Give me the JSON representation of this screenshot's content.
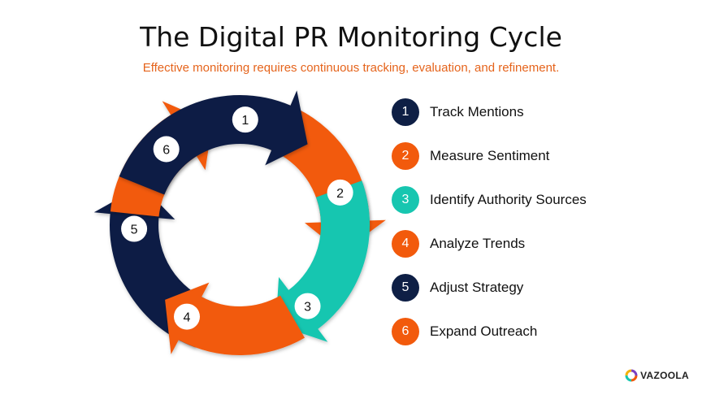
{
  "title": "The Digital PR Monitoring Cycle",
  "subtitle": "Effective monitoring requires continuous tracking, evaluation, and refinement.",
  "colors": {
    "navy": "#0e1f45",
    "orange": "#f25a0c",
    "teal": "#17c6b0",
    "subtitle": "#e5641c"
  },
  "steps": [
    {
      "num": "1",
      "label": "Track Mentions",
      "color": "#0e1f45"
    },
    {
      "num": "2",
      "label": "Measure Sentiment",
      "color": "#f25a0c"
    },
    {
      "num": "3",
      "label": "Identify Authority Sources",
      "color": "#17c6b0"
    },
    {
      "num": "4",
      "label": "Analyze Trends",
      "color": "#f25a0c"
    },
    {
      "num": "5",
      "label": "Adjust Strategy",
      "color": "#0e1f45"
    },
    {
      "num": "6",
      "label": "Expand Outreach",
      "color": "#f25a0c"
    }
  ],
  "logo": {
    "text": "VAZOOLA",
    "icon": "vazoola-logo-icon"
  }
}
